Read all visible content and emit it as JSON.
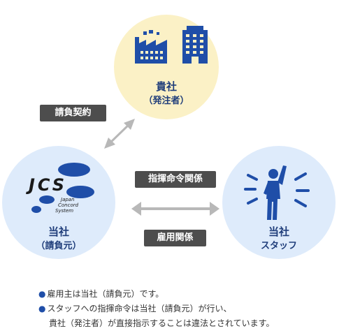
{
  "client": {
    "title": "貴社",
    "subtitle": "（発注者）"
  },
  "company": {
    "title": "当社",
    "subtitle": "（請負元）",
    "logo_text": "JCS",
    "logo_tagline_1": "Japan",
    "logo_tagline_2": "Concord",
    "logo_tagline_3": "System"
  },
  "staff": {
    "title": "当社",
    "subtitle": "スタッフ"
  },
  "labels": {
    "contract": "請負契約",
    "command": "指揮命令関係",
    "employment": "雇用関係"
  },
  "notes": {
    "line1": "雇用主は当社（請負元）です。",
    "line2": "スタッフへの指揮命令は当社（請負元）が行い、",
    "line3": "貴社（発注者）が直接指示することは違法とされています。"
  },
  "colors": {
    "navy": "#1f3d7a",
    "icon_blue": "#1f4ea8",
    "client_circle": "#fbf1c6",
    "company_circle": "#deebfb",
    "label_bg": "#4d4d4d",
    "arrow": "#b8b8b8"
  },
  "icons": [
    "factory-icon",
    "office-building-icon",
    "jcs-logo",
    "worker-raising-hand-icon",
    "double-arrow-icon"
  ]
}
